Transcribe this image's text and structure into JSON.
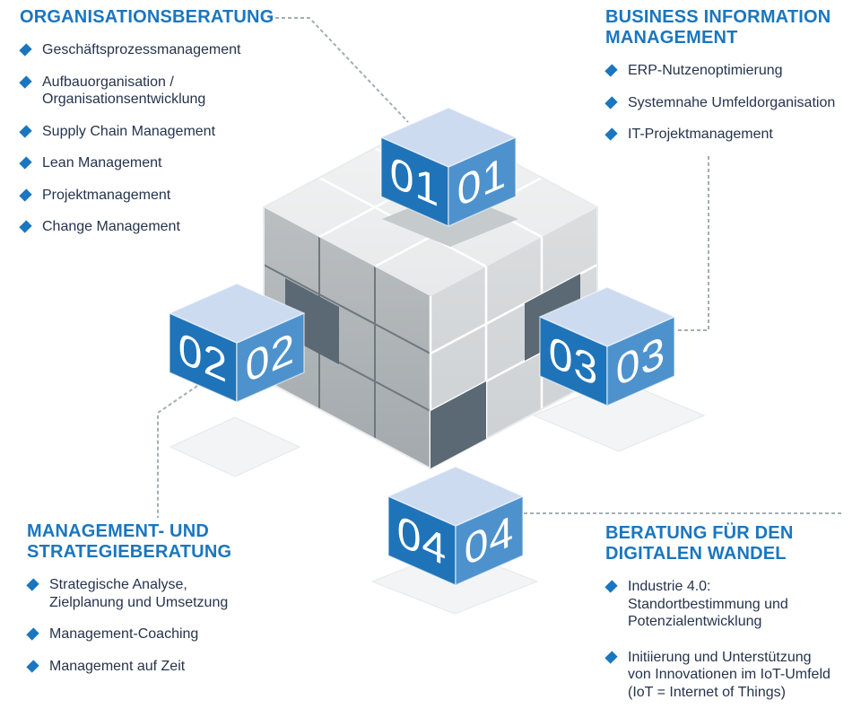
{
  "colors": {
    "accent": "#1a76bf",
    "body_text": "#26334d",
    "cube_blue_dark": "#1f73b9",
    "cube_blue_light": "#4e92cd",
    "cube_blue_top": "#cddbf1",
    "dash": "#a3aeb5"
  },
  "sections": {
    "organisationsberatung": {
      "title": "ORGANISATIONSBERATUNG",
      "items": [
        "Geschäftsprozessmanagement",
        "Aufbauorganisation /\nOrganisationsentwicklung",
        "Supply Chain Management",
        "Lean Management",
        "Projektmanagement",
        "Change Management"
      ]
    },
    "business_information_management": {
      "title": "BUSINESS INFORMATION\nMANAGEMENT",
      "items": [
        "ERP-Nutzenoptimierung",
        "Systemnahe Umfeldorganisation",
        "IT-Projektmanagement"
      ]
    },
    "management_und_strategieberatung": {
      "title": "MANAGEMENT- UND\nSTRATEGIEBERATUNG",
      "items": [
        "Strategische Analyse,\nZielplanung und Umsetzung",
        "Management-Coaching",
        "Management auf Zeit"
      ]
    },
    "beratung_digitaler_wandel": {
      "title": "BERATUNG FÜR DEN\nDIGITALEN WANDEL",
      "items": [
        "Industrie 4.0:\nStandortbestimmung und\nPotenzialentwicklung",
        "Initiierung und Unterstützung\nvon Innovationen im IoT-Umfeld\n(IoT = Internet of Things)"
      ]
    }
  },
  "cubes": [
    {
      "number": "01"
    },
    {
      "number": "02"
    },
    {
      "number": "03"
    },
    {
      "number": "04"
    }
  ]
}
